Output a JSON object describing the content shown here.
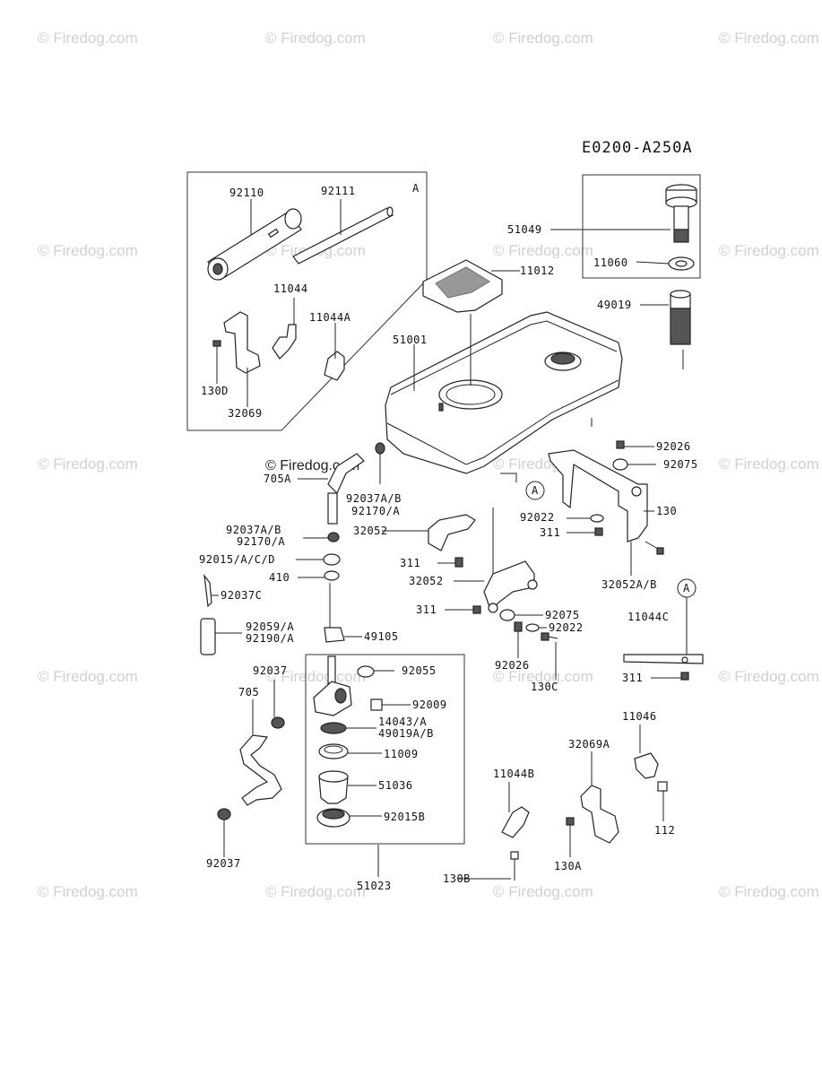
{
  "diagram_code": "E0200-A250A",
  "watermark_text": "© Firedog.com",
  "center_watermark_text": "© Firedog.com",
  "callouts": {
    "circle_a": "A",
    "box_a": "A"
  },
  "labels": {
    "p92110": "92110",
    "p92111": "92111",
    "p11044": "11044",
    "p11044A": "11044A",
    "p130D": "130D",
    "p32069": "32069",
    "p51049": "51049",
    "p11060": "11060",
    "p11012": "11012",
    "p49019": "49019",
    "p51001": "51001",
    "p92026a": "92026",
    "p92075a": "92075",
    "p705A": "705A",
    "p92037AB_1": "92037A/B",
    "p92170A_1": "92170/A",
    "p92037AB_2": "92037A/B",
    "p92170A_2": "92170/A",
    "p32052a": "32052",
    "p311a": "311",
    "p92022a": "92022",
    "p311b": "311",
    "p130": "130",
    "p32052AB": "32052A/B",
    "p92015ACD": "92015/A/C/D",
    "p410": "410",
    "p92037C": "92037C",
    "p32052b": "32052",
    "p311c": "311",
    "p92075b": "92075",
    "p92022b": "92022",
    "p11044C": "11044C",
    "p92059A": "92059/A",
    "p92190A": "92190/A",
    "p49105": "49105",
    "p92026b": "92026",
    "p130C": "130C",
    "p311d": "311",
    "p92037a": "92037",
    "p92055": "92055",
    "p705": "705",
    "p92009": "92009",
    "p14043A": "14043/A",
    "p49019AB": "49019A/B",
    "p11009": "11009",
    "p11046": "11046",
    "p32069A": "32069A",
    "p51036": "51036",
    "p11044B": "11044B",
    "p92015B": "92015B",
    "p112": "112",
    "p130A": "130A",
    "p92037b": "92037",
    "p51023": "51023",
    "p130B": "130B"
  }
}
